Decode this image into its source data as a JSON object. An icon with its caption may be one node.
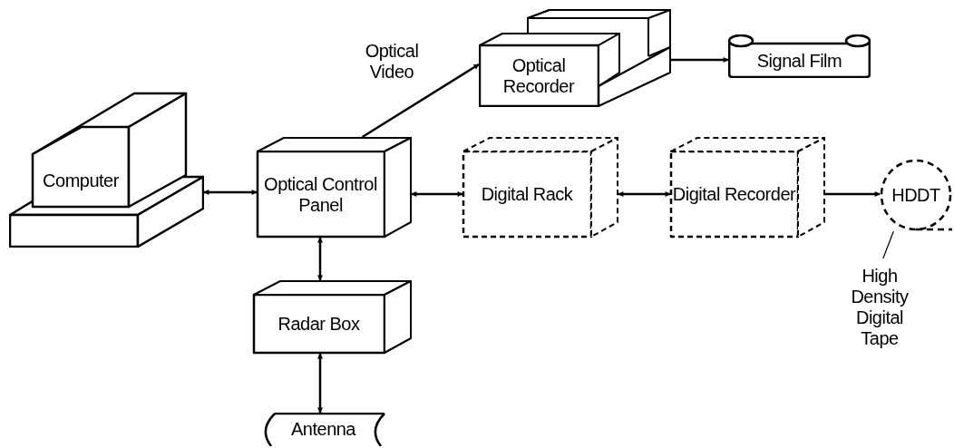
{
  "diagram": {
    "nodes": [
      {
        "text": [
          "Computer"
        ]
      },
      {
        "text": [
          "Optical Control Panel"
        ]
      },
      {
        "text": [
          "Optical Recorder"
        ]
      },
      {
        "text": [
          "Signal Film"
        ]
      },
      {
        "text": [
          "Digital Rack"
        ]
      },
      {
        "text": [
          "Digital Recorder"
        ]
      },
      {
        "text": [
          "HDDT"
        ]
      },
      {
        "text": [
          "High Density Digital Tape"
        ]
      },
      {
        "text": [
          "Radar Box"
        ]
      },
      {
        "text": [
          "Antenna"
        ]
      }
    ],
    "edges": [
      {
        "from": 0,
        "to": 1,
        "arrow": "both"
      },
      {
        "from": 1,
        "to": 2,
        "arrow": "to",
        "label": "Optical Video"
      },
      {
        "from": 2,
        "to": 3,
        "arrow": "to"
      },
      {
        "from": 1,
        "to": 4,
        "arrow": "both"
      },
      {
        "from": 4,
        "to": 5,
        "arrow": "both"
      },
      {
        "from": 5,
        "to": 6,
        "arrow": "to"
      },
      {
        "from": 7,
        "to": 6,
        "arrow": "none"
      },
      {
        "from": 1,
        "to": 8,
        "arrow": "both"
      },
      {
        "from": 8,
        "to": 9,
        "arrow": "both"
      }
    ]
  }
}
